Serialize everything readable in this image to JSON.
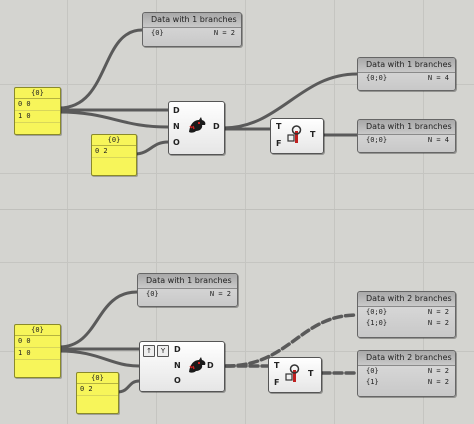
{
  "panels": [
    {
      "id": "p1",
      "head": "{0}",
      "rows": [
        "0 0",
        "1 0"
      ]
    },
    {
      "id": "p2",
      "head": "{0}",
      "rows": [
        "0 2"
      ]
    },
    {
      "id": "p3",
      "head": "{0}",
      "rows": [
        "0 0",
        "1 0"
      ]
    },
    {
      "id": "p4",
      "head": "{0}",
      "rows": [
        "0 2"
      ]
    }
  ],
  "ports": {
    "d": "D",
    "n": "N",
    "o": "O",
    "t": "T",
    "f": "F"
  },
  "viewers": [
    {
      "title": "Data with 1 branches",
      "rows": [
        [
          "{0}",
          "N = 2"
        ]
      ]
    },
    {
      "title": "Data with 1 branches",
      "rows": [
        [
          "{0;0}",
          "N = 4"
        ]
      ]
    },
    {
      "title": "Data with 1 branches",
      "rows": [
        [
          "{0;0}",
          "N = 4"
        ]
      ]
    },
    {
      "title": "Data with 1 branches",
      "rows": [
        [
          "{0}",
          "N = 2"
        ]
      ]
    },
    {
      "title": "Data with 2 branches",
      "rows": [
        [
          "{0;0}",
          "N = 2"
        ],
        [
          "{1;0}",
          "N = 2"
        ]
      ]
    },
    {
      "title": "Data with 2 branches",
      "rows": [
        [
          "{0}",
          "N = 2"
        ],
        [
          "{1}",
          "N = 2"
        ]
      ]
    }
  ],
  "buttons": {
    "up": "↑",
    "y": "Y"
  },
  "icons": {
    "dragon": "dragon-icon",
    "tree": "tree-icon"
  },
  "colors": {
    "panel": "#f7f55a",
    "wire": "#6b6b6b",
    "canvas": "#d4d4d0"
  }
}
